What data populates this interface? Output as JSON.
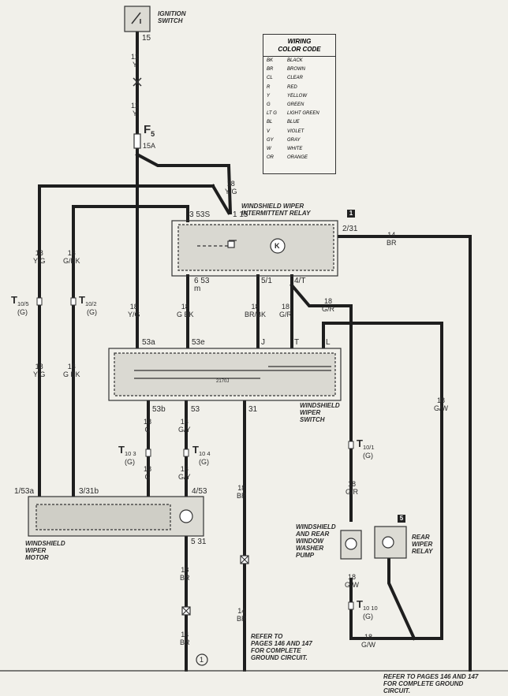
{
  "components": {
    "ignition_switch": "IGNITION\nSWITCH",
    "wiper_relay": "WINDSHIELD WIPER\nINTERMITTENT RELAY",
    "wiper_relay_box": "1",
    "wiper_switch": "WINDSHIELD\nWIPER\nSWITCH",
    "wiper_motor": "WINDSHIELD\nWIPER\nMOTOR",
    "washer_pump": "WINDSHIELD\nAND REAR\nWINDOW\nWASHER\nPUMP",
    "rear_relay": "REAR\nWIPER\nRELAY",
    "rear_relay_box": "5",
    "relay_k": "K",
    "switch_resistor": "2170J"
  },
  "fuse": {
    "name": "F",
    "sub": "5",
    "rating": "15A"
  },
  "legend": {
    "title": "WIRING\nCOLOR CODE",
    "entries": [
      {
        "code": "BK",
        "color": "BLACK"
      },
      {
        "code": "BR",
        "color": "BROWN"
      },
      {
        "code": "CL",
        "color": "CLEAR"
      },
      {
        "code": "R",
        "color": "RED"
      },
      {
        "code": "Y",
        "color": "YELLOW"
      },
      {
        "code": "G",
        "color": "GREEN"
      },
      {
        "code": "LT G",
        "color": "LIGHT GREEN"
      },
      {
        "code": "BL",
        "color": "BLUE"
      },
      {
        "code": "V",
        "color": "VIOLET"
      },
      {
        "code": "GY",
        "color": "GRAY"
      },
      {
        "code": "W",
        "color": "WHITE"
      },
      {
        "code": "OR",
        "color": "ORANGE"
      }
    ]
  },
  "terminals": {
    "ign_15": "15",
    "relay_3_53s": "3 53S",
    "relay_1_15": "1 15",
    "relay_2_31": "2/31",
    "relay_6_53m": "6 53\nm",
    "relay_5_1": "5/1",
    "relay_4_t": "4/T",
    "sw_53a": "53a",
    "sw_53e": "53e",
    "sw_j": "J",
    "sw_t": "T",
    "sw_l": "L",
    "sw_53b": "53b",
    "sw_53": "53",
    "sw_31": "31",
    "motor_1_53a": "1/53a",
    "motor_3_31b": "3/31b",
    "motor_4_53": "4/53",
    "motor_5_31": "5 31"
  },
  "wires": {
    "ign_a": "12\nY",
    "ign_b": "12\nY",
    "relay_feed": "18\nY/G",
    "left_yg_top": "18\nY/G",
    "left_yg_bot": "18\nY G",
    "left_gbk_top": "18\nG/BK",
    "left_gbk_bot": "18\nG BK",
    "yg_mid": "18\nY/G",
    "gbk_mid": "18\nG BK",
    "brbk": "18\nBR/BK",
    "gr_relay": "18\nG/R",
    "gr_diag": "18\nG/R",
    "br_top": "14\nBR",
    "gw_right": "18\nG/W",
    "g_a": "18\nG",
    "g_b": "18\nG",
    "gy_a": "18\nG/Y",
    "gy_b": "18\nG/Y",
    "br_31": "18\nBR",
    "br_31b": "14\nBR",
    "gr_pump": "18\nG/R",
    "gw_pump": "18\nG W",
    "br_motor": "18\nBR",
    "br_bottom": "14\nBR",
    "gw_bottom": "18\nG/W"
  },
  "connectors": [
    {
      "id": "t105",
      "name": "T",
      "sub": "10/5",
      "group": "(G)"
    },
    {
      "id": "t102",
      "name": "T",
      "sub": "10/2",
      "group": "(G)"
    },
    {
      "id": "t103",
      "name": "T",
      "sub": "10 3",
      "group": "(G)"
    },
    {
      "id": "t104",
      "name": "T",
      "sub": "10 4",
      "group": "(G)"
    },
    {
      "id": "t101",
      "name": "T",
      "sub": "10/1",
      "group": "(G)"
    },
    {
      "id": "t1010",
      "name": "T",
      "sub": "10 10",
      "group": "(G)"
    }
  ],
  "ground": {
    "number": "1"
  },
  "notes": {
    "ground_a": "REFER TO\nPAGES 146 AND 147\nFOR COMPLETE\nGROUND CIRCUIT.",
    "ground_b": "REFER TO PAGES 146 AND 147\nFOR COMPLETE GROUND\nCIRCUIT."
  }
}
